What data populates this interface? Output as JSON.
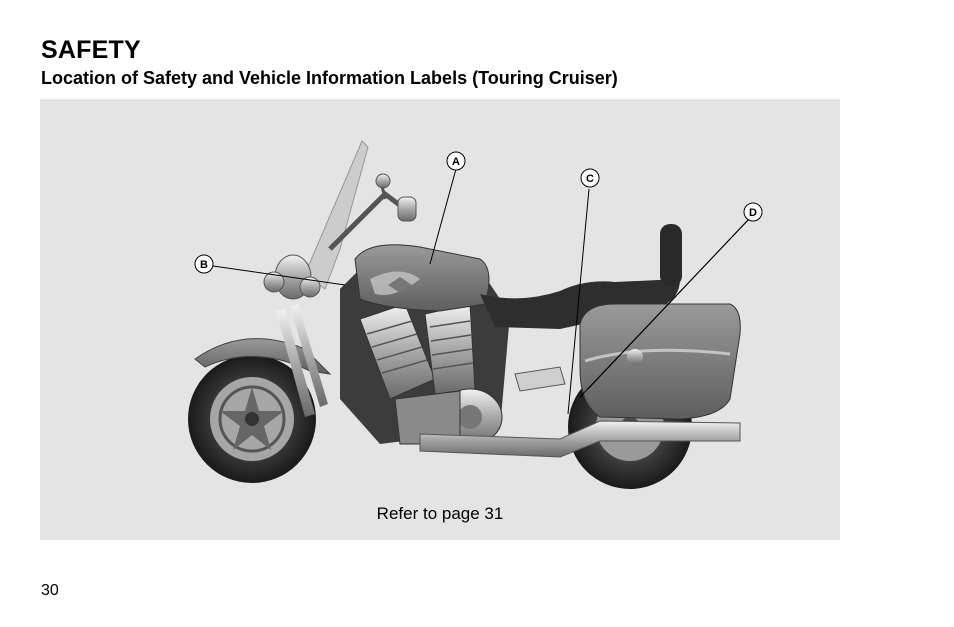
{
  "header": {
    "title": "SAFETY",
    "subtitle": "Location of Safety and Vehicle Information Labels (Touring Cruiser)"
  },
  "figure": {
    "caption": "Refer to page 31",
    "callouts": [
      "A",
      "B",
      "C",
      "D"
    ],
    "image": "motorcycle-photo"
  },
  "footer": {
    "page_number": "30"
  }
}
